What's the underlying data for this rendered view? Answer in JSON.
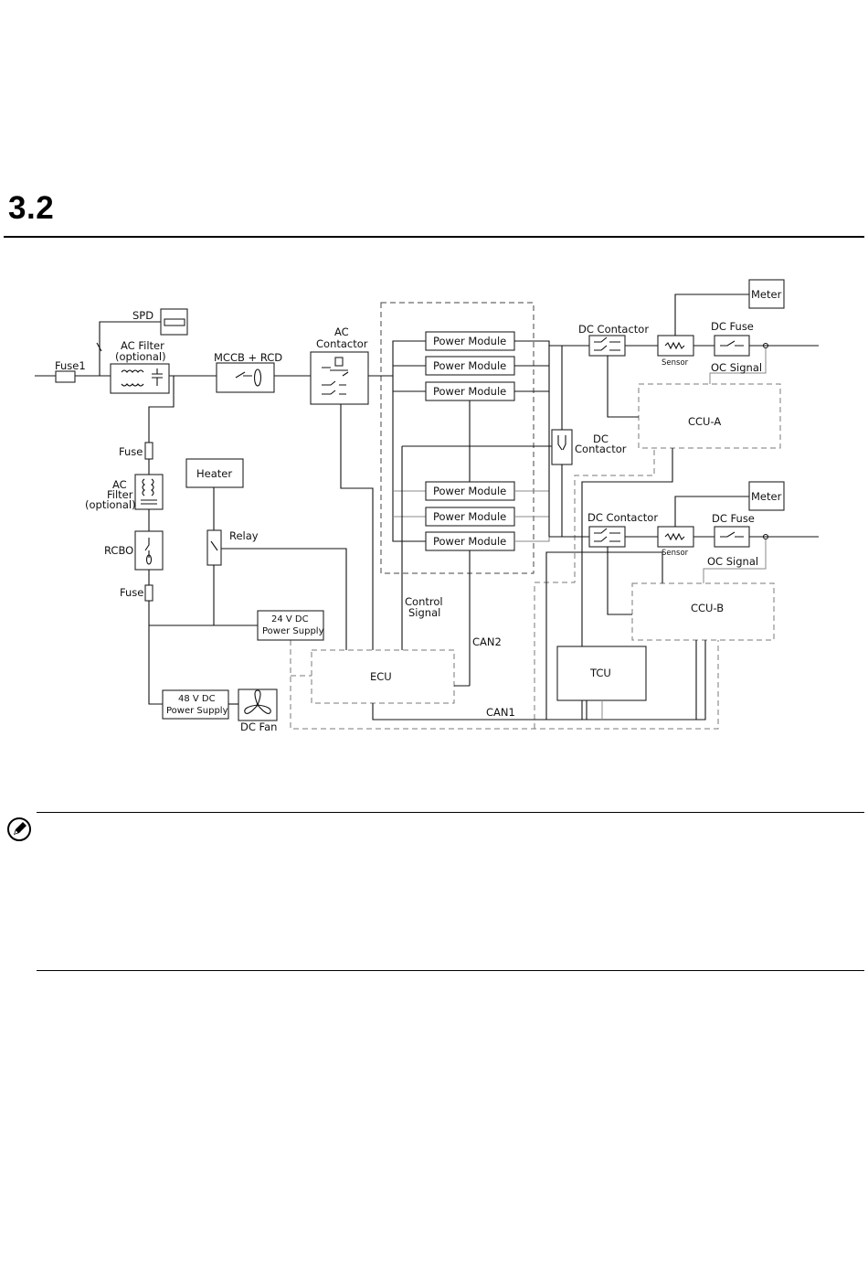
{
  "section": {
    "number": "3.2"
  },
  "diagram": {
    "input": {
      "fuse1": "Fuse1",
      "spd": "SPD",
      "ac_filter": "AC Filter",
      "ac_filter_opt": "(optional)",
      "mccb_rcd": "MCCB + RCD"
    },
    "ac_contactor": {
      "line1": "AC",
      "line2": "Contactor"
    },
    "power_modules": [
      "Power Module",
      "Power Module",
      "Power Module",
      "Power Module",
      "Power Module",
      "Power Module"
    ],
    "aux": {
      "fuse_top": "Fuse",
      "ac_filter2_l1": "AC",
      "ac_filter2_l2": "Filter",
      "ac_filter2_l3": "(optional)",
      "rcbo": "RCBO",
      "fuse_bottom": "Fuse",
      "heater": "Heater",
      "relay": "Relay",
      "ps24_l1": "24 V DC",
      "ps24_l2": "Power Supply",
      "ps48_l1": "48 V DC",
      "ps48_l2": "Power Supply",
      "dc_fan": "DC Fan"
    },
    "control": {
      "ecu": "ECU",
      "control_signal_l1": "Control",
      "control_signal_l2": "Signal",
      "can2": "CAN2",
      "can1": "CAN1",
      "tcu": "TCU"
    },
    "mid_contactor": {
      "line1": "DC",
      "line2": "Contactor"
    },
    "output_a": {
      "dc_contactor": "DC Contactor",
      "sensor": "Sensor",
      "dc_fuse": "DC Fuse",
      "meter": "Meter",
      "oc_signal": "OC Signal",
      "ccu": "CCU-A"
    },
    "output_b": {
      "dc_contactor": "DC Contactor",
      "sensor": "Sensor",
      "dc_fuse": "DC Fuse",
      "meter": "Meter",
      "oc_signal": "OC Signal",
      "ccu": "CCU-B"
    }
  }
}
